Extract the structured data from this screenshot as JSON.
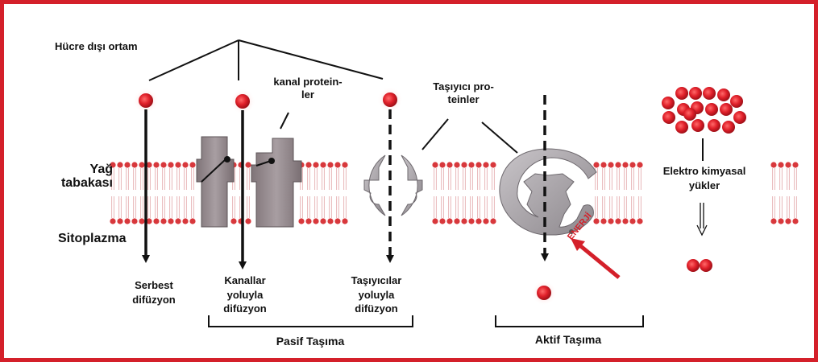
{
  "labels": {
    "extracellular": "Hücre dışı ortam",
    "channel_proteins": "kanal protein-\nler",
    "carrier_proteins": "Taşıyıcı pro-\nteinler",
    "lipid_layer": "Yağ\ntabakası",
    "cytoplasm": "Sitoplazma",
    "free_diffusion": "Serbest\ndifüzyon",
    "channel_diffusion": "Kanallar\nyoluyla\ndifüzyon",
    "carrier_diffusion": "Taşıyıcılar\nyoluyla\ndifüzyon",
    "passive_transport": "Pasif Taşıma",
    "active_transport": "Aktif Taşıma",
    "electrochemical": "Elektro kimyasal\nyükler",
    "energy": "ENERJİ"
  },
  "colors": {
    "frame": "#d4202a",
    "molecule": "#e0202a",
    "protein": "#9a8f92",
    "carrier": "#b4b0b4",
    "lipid_head": "#d8383c",
    "energy_arrow": "#d4202a"
  }
}
